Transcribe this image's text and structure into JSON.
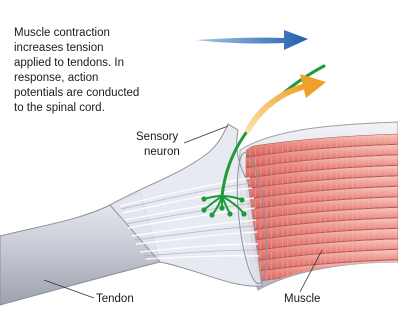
{
  "caption": [
    "Muscle contraction",
    "increases tension",
    "applied to tendons. In",
    "response, action",
    "potentials are conducted",
    "to the spinal cord."
  ],
  "labels": {
    "sensory_neuron": [
      "Sensory",
      "neuron"
    ],
    "tendon": "Tendon",
    "muscle": "Muscle"
  },
  "colors": {
    "blue_arrow": "#1f5fae",
    "orange_arrow": "#f0a02a",
    "neuron": "#1f9a3a",
    "muscle_fiber": "#e78a83",
    "tendon": "#c9ccd6",
    "outer_sheath": "#d7d9e2"
  }
}
